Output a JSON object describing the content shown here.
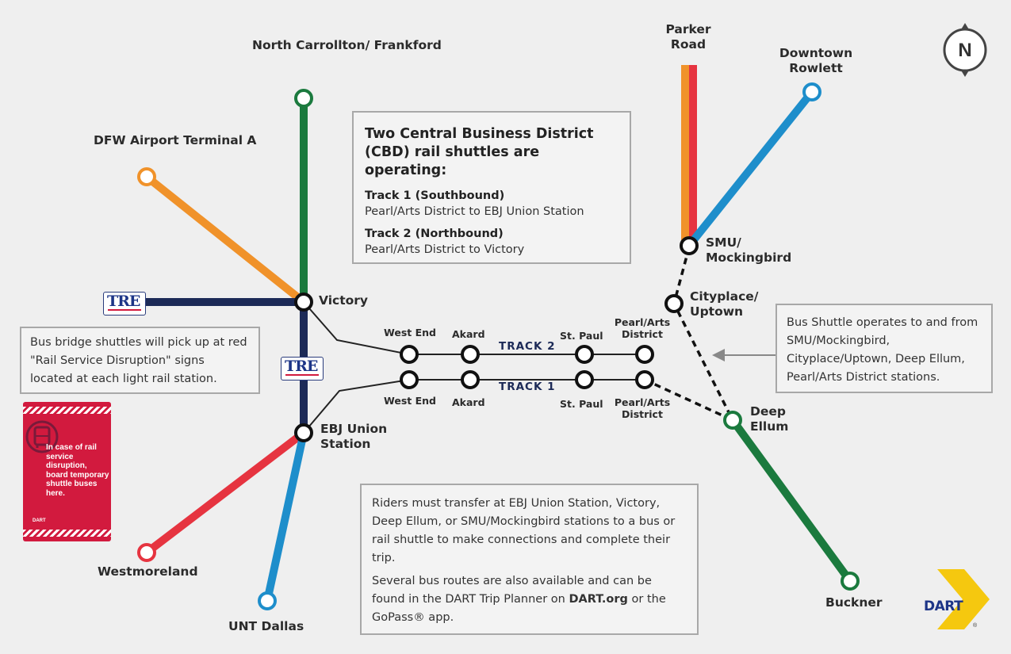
{
  "colors": {
    "red": "#e63440",
    "orange": "#f0922a",
    "blue": "#1e8ecb",
    "green": "#1b7a3e",
    "navy": "#1c2a57",
    "background": "#efefef"
  },
  "stations": {
    "north_carrollton": "North Carrollton/ Frankford",
    "dfw": "DFW Airport Terminal A",
    "victory": "Victory",
    "ebj": "EBJ Union Station",
    "westmoreland": "Westmoreland",
    "unt": "UNT Dallas",
    "parker": "Parker Road",
    "rowlett": "Downtown Rowlett",
    "smu": "SMU/ Mockingbird",
    "cityplace": "Cityplace/ Uptown",
    "deep_ellum": "Deep Ellum",
    "buckner": "Buckner",
    "west_end": "West End",
    "akard": "Akard",
    "st_paul": "St. Paul",
    "pearl_arts": "Pearl/Arts District"
  },
  "tracks": {
    "track2": "TRACK 2",
    "track1": "TRACK 1"
  },
  "cbd_box": {
    "heading": "Two Central Business District (CBD) rail shuttles are operating:",
    "track1_title": "Track 1 (Southbound)",
    "track1_desc": "Pearl/Arts District to EBJ Union Station",
    "track2_title": "Track 2 (Northbound)",
    "track2_desc": "Pearl/Arts District to Victory"
  },
  "bus_box": "Bus Shuttle operates to and from SMU/Mockingbird, Cityplace/Uptown, Deep Ellum, Pearl/Arts District stations.",
  "bridge_box": "Bus bridge shuttles will pick up at red \"Rail Service Disruption\" signs located at each light rail station.",
  "sign": {
    "text": "In case of rail service disruption, board temporary shuttle buses here.",
    "logo": "DART"
  },
  "riders_box": {
    "p1": "Riders must transfer at EBJ Union Station, Victory, Deep Ellum, or SMU/Mockingbird stations to a bus or rail shuttle to make connections and complete their trip.",
    "p2_a": "Several bus routes are also available and can be found in the DART Trip Planner on ",
    "p2_b": "DART.org",
    "p2_c": " or the GoPass® app."
  },
  "tre_logo": "TRE",
  "compass": "N",
  "dart_logo": "DART",
  "icons": [
    "compass-icon",
    "bus-icon",
    "tre-logo",
    "dart-logo"
  ]
}
